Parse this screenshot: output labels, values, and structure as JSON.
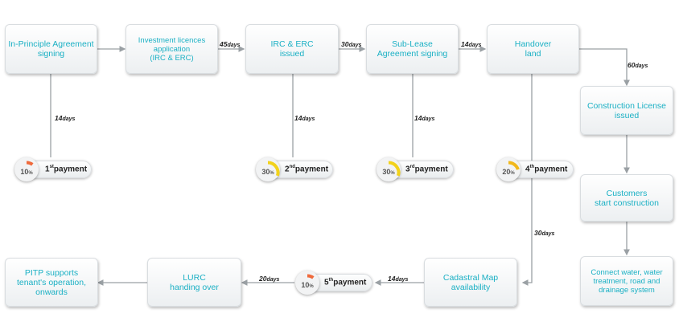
{
  "steps": {
    "in_principle": "In-Principle Agreement\nsigning",
    "investment": "Investment licences\napplication\n(IRC & ERC)",
    "irc_erc": "IRC & ERC\nissued",
    "sublease": "Sub-Lease\nAgreement signing",
    "handover": "Handover\nland",
    "construction_license": "Construction License\nissued",
    "customers": "Customers\nstart construction",
    "connect": "Connect water, water\ntreatment, road and\ndrainage system",
    "cadastral": "Cadastral Map\navailability",
    "lurc": "LURC\nhanding over",
    "pitp": "PITP supports\ntenant's operation,\nonwards"
  },
  "durations": {
    "d1_num": "45",
    "d2_num": "30",
    "d3_num": "14",
    "d4_num": "60",
    "v1_num": "14",
    "v2_num": "14",
    "v3_num": "14",
    "v4_num": "30",
    "b1_num": "14",
    "b2_num": "20",
    "unit": "days"
  },
  "payments": [
    {
      "percent": "10",
      "percent_sign": "%",
      "fraction": 0.1,
      "num": "1",
      "sup": "st",
      "label": "payment",
      "color": "#ef6a3c"
    },
    {
      "percent": "30",
      "percent_sign": "%",
      "fraction": 0.3,
      "num": "2",
      "sup": "nd",
      "label": "payment",
      "color": "#f2d21b"
    },
    {
      "percent": "30",
      "percent_sign": "%",
      "fraction": 0.3,
      "num": "3",
      "sup": "rd",
      "label": "payment",
      "color": "#f2d21b"
    },
    {
      "percent": "20",
      "percent_sign": "%",
      "fraction": 0.2,
      "num": "4",
      "sup": "th",
      "label": "payment",
      "color": "#f1b81c"
    },
    {
      "percent": "10",
      "percent_sign": "%",
      "fraction": 0.1,
      "num": "5",
      "sup": "th",
      "label": "payment",
      "color": "#ef6a3c"
    }
  ]
}
